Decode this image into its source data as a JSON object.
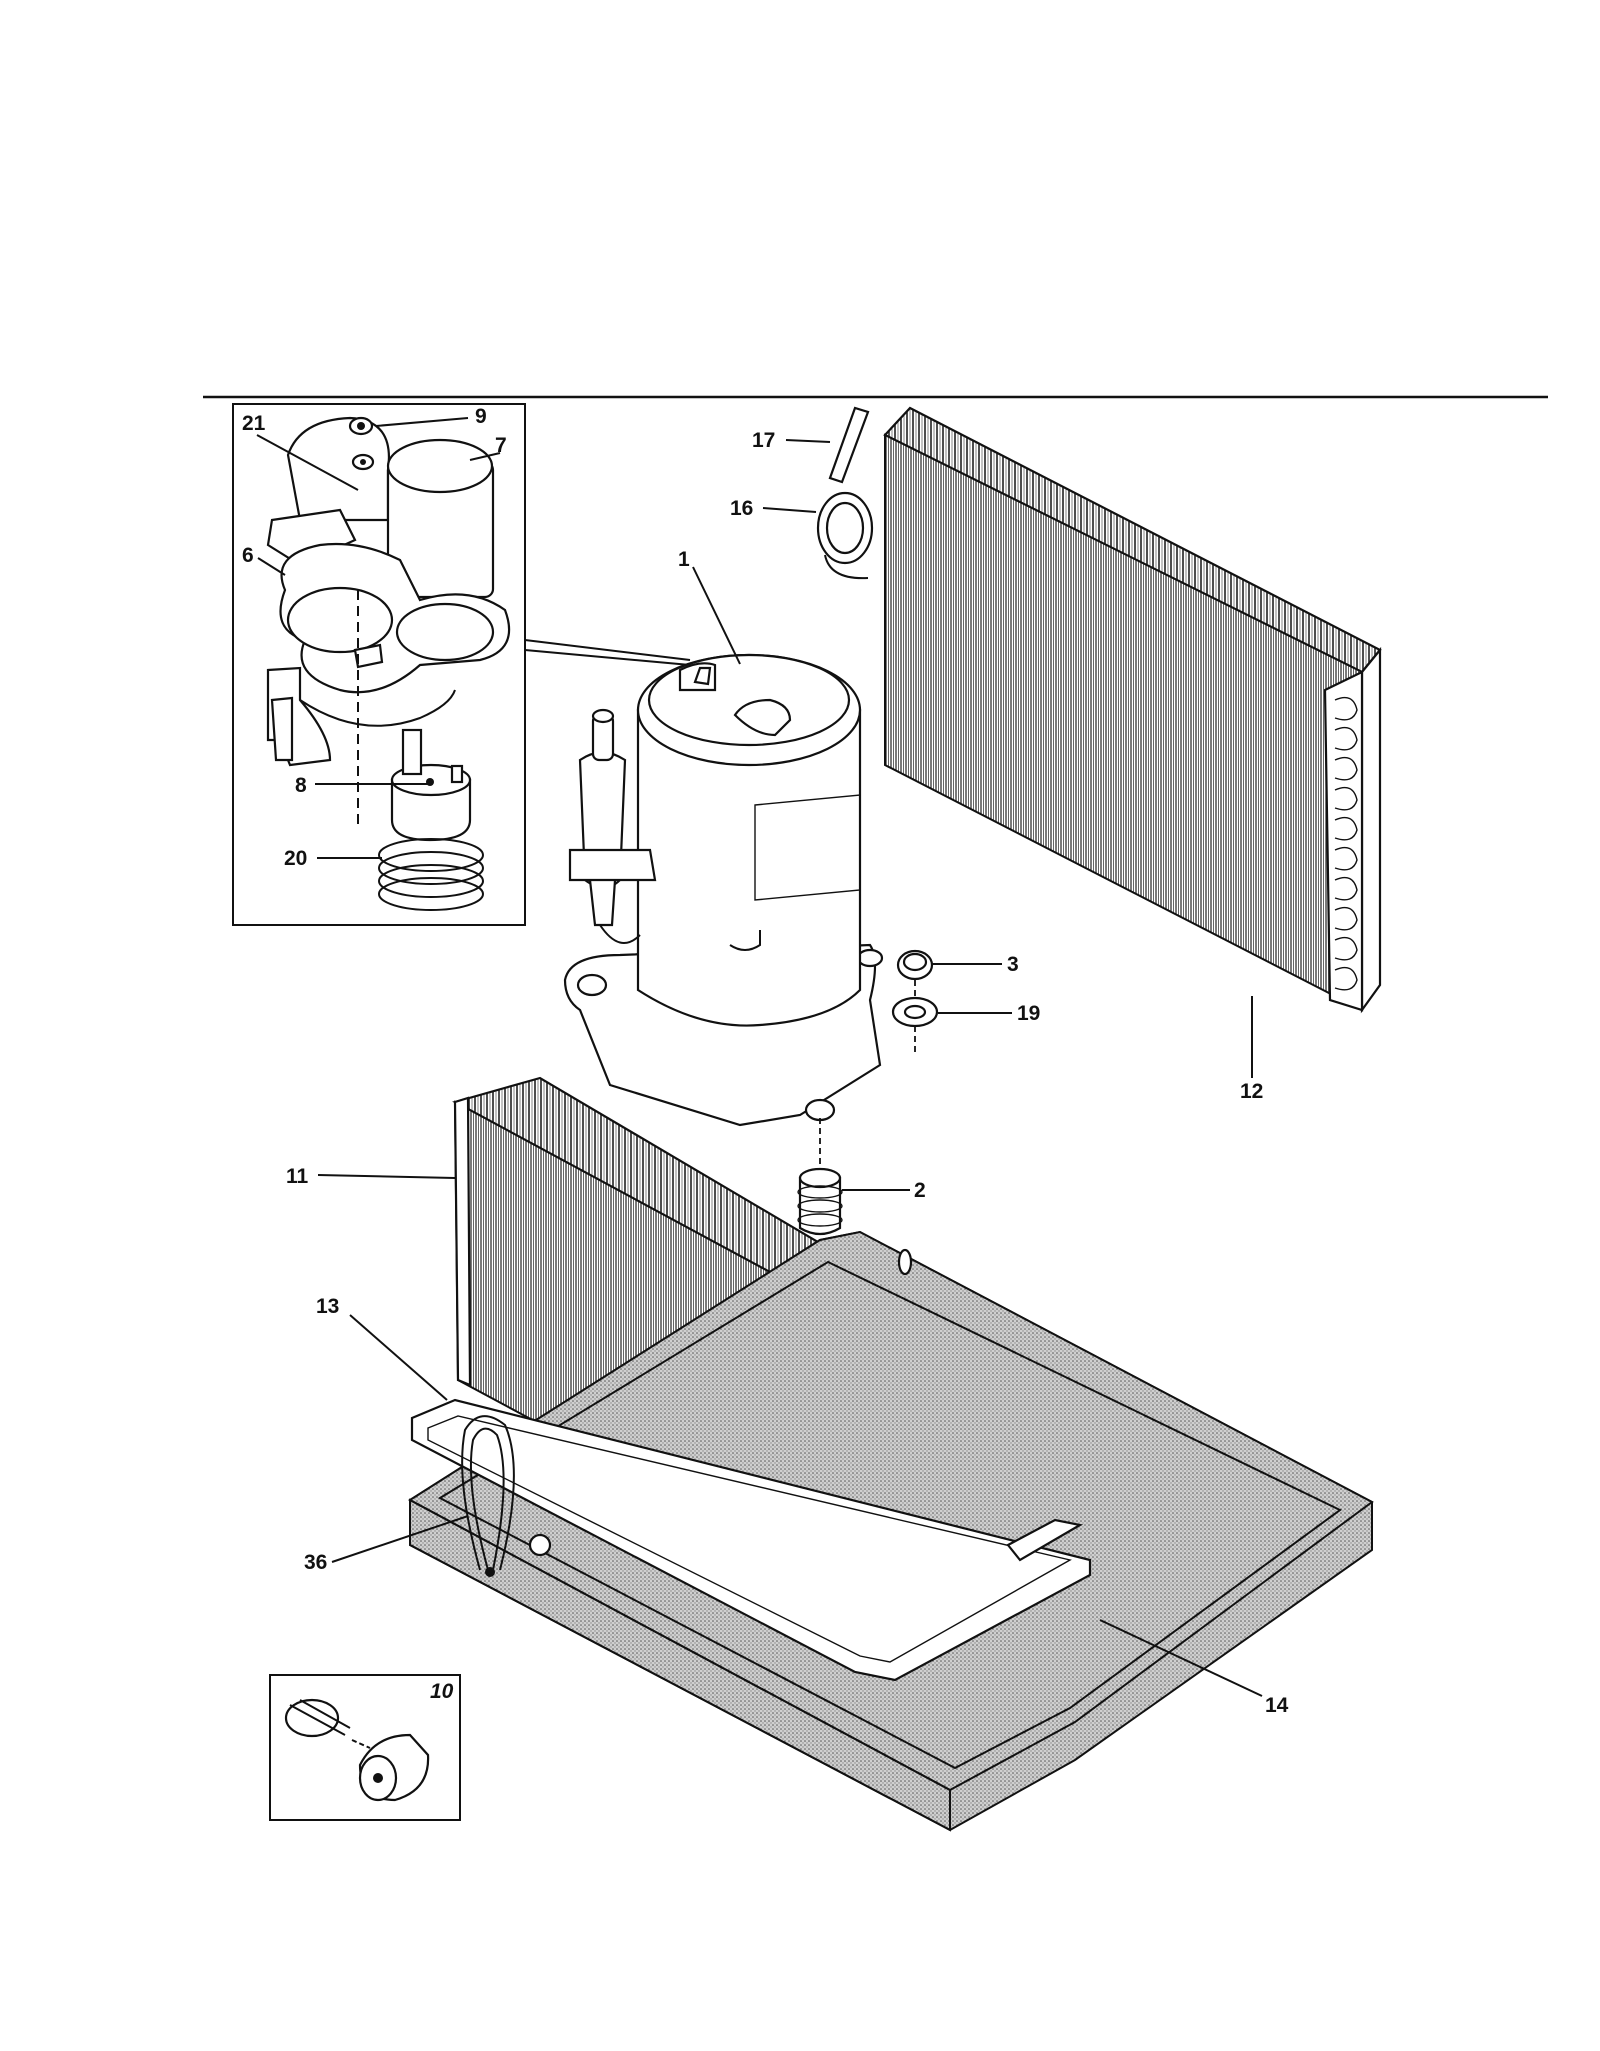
{
  "callouts": {
    "c21": "21",
    "c9": "9",
    "c7": "7",
    "c6": "6",
    "c8": "8",
    "c20": "20",
    "c17": "17",
    "c16": "16",
    "c1": "1",
    "c3": "3",
    "c19": "19",
    "c12": "12",
    "c11": "11",
    "c2": "2",
    "c13": "13",
    "c36": "36",
    "c10": "10",
    "c14": "14"
  }
}
